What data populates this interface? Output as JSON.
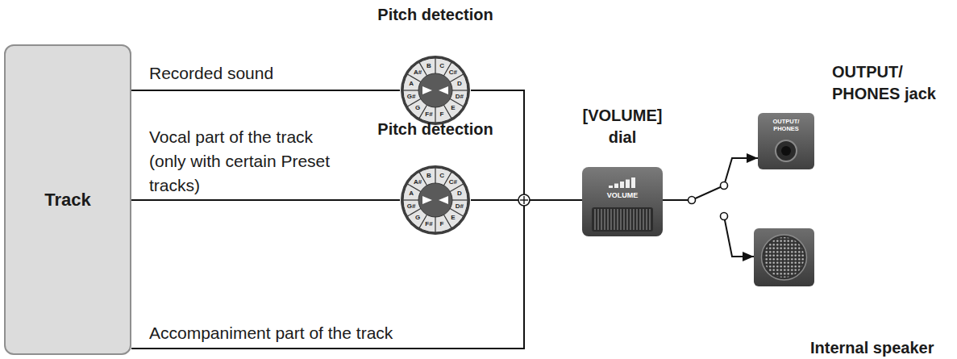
{
  "diagram": {
    "nodes": [
      {
        "text": [
          "Track"
        ]
      },
      {
        "text": [
          "Pitch detection",
          "A",
          "A#",
          "B",
          "C",
          "C#",
          "D",
          "D#",
          "E",
          "F",
          "F#",
          "G",
          "G#"
        ]
      },
      {
        "text": [
          "Pitch detection",
          "A",
          "A#",
          "B",
          "C",
          "C#",
          "D",
          "D#",
          "E",
          "F",
          "F#",
          "G",
          "G#"
        ]
      },
      {
        "text": [
          "[VOLUME] dial",
          "VOLUME"
        ]
      },
      {
        "text": [
          "OUTPUT/ PHONES jack",
          "OUTPUT/ PHONES"
        ]
      },
      {
        "text": [
          "Internal speaker"
        ]
      }
    ],
    "edges": [
      {
        "from": 0,
        "to": 1,
        "label": "Recorded sound",
        "arrow": "none"
      },
      {
        "from": 0,
        "to": 2,
        "label": "Vocal part of the track (only with certain Preset tracks)",
        "arrow": "none"
      },
      {
        "from": 0,
        "to": 3,
        "label": "Accompaniment part of the track",
        "arrow": "none"
      },
      {
        "from": 1,
        "to": 3,
        "arrow": "none"
      },
      {
        "from": 2,
        "to": 3,
        "arrow": "none"
      },
      {
        "from": 3,
        "to": 4,
        "arrow": "to"
      },
      {
        "from": 3,
        "to": 5,
        "arrow": "to"
      }
    ]
  }
}
